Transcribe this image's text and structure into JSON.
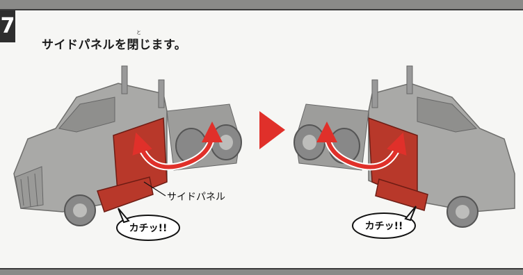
{
  "step_number": "7",
  "instruction": "サイドパネルを閉じます。",
  "ruby": "と",
  "part_label": "サイドパネル",
  "callout_left": "カチッ!!",
  "callout_right": "カチッ!!",
  "colors": {
    "panel_red": "#b8382a",
    "arrow_red": "#e0302a",
    "truck_gray": "#a9a9a7",
    "frame": "#3a3a3a"
  }
}
